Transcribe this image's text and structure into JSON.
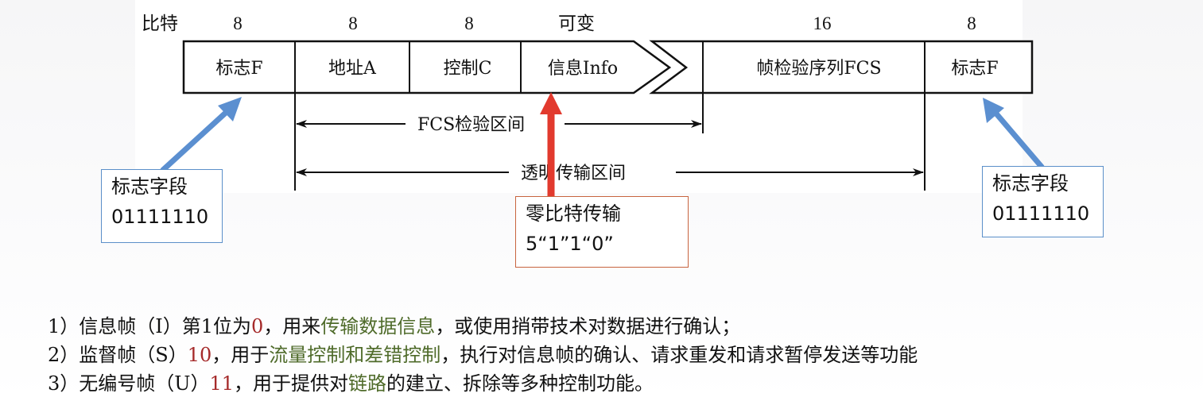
{
  "frame": {
    "bits_label": "比特",
    "fields": [
      {
        "bits": "8",
        "name": "标志F"
      },
      {
        "bits": "8",
        "name": "地址A"
      },
      {
        "bits": "8",
        "name": "控制C"
      },
      {
        "bits": "可变",
        "name": "信息Info"
      },
      {
        "bits": "16",
        "name": "帧检验序列FCS"
      },
      {
        "bits": "8",
        "name": "标志F"
      }
    ]
  },
  "ranges": {
    "fcs": "FCS检验区间",
    "transparent": "透明传输区间"
  },
  "callouts": {
    "left_flag": {
      "line1": "标志字段",
      "line2": "01111110"
    },
    "zero_bit": {
      "line1": "零比特传输",
      "line2": "5“1”1“0”"
    },
    "right_flag": {
      "line1": "标志字段",
      "line2": "01111110"
    }
  },
  "colors": {
    "blue_arrow": "#5b8fd0",
    "red_arrow": "#e23a2e",
    "highlight_red": "#a52a2a",
    "highlight_green": "#4f6b2a"
  },
  "notes": [
    {
      "a": "1）信息帧（I）第1位为",
      "b": "0",
      "c": "，用来",
      "d": "传输数据信息",
      "e": "，或使用捎带技术对数据进行确认；"
    },
    {
      "a": "2）监督帧（S）",
      "b": "10",
      "c": "，用于",
      "d": "流量控制和差错控制",
      "e": "，执行对信息帧的确认、请求重发和请求暂停发送等功能"
    },
    {
      "a": "3）无编号帧（U）",
      "b": "11",
      "c": "，用于提供对",
      "d": "链路",
      "e": "的建立、拆除等多种控制功能。"
    }
  ]
}
